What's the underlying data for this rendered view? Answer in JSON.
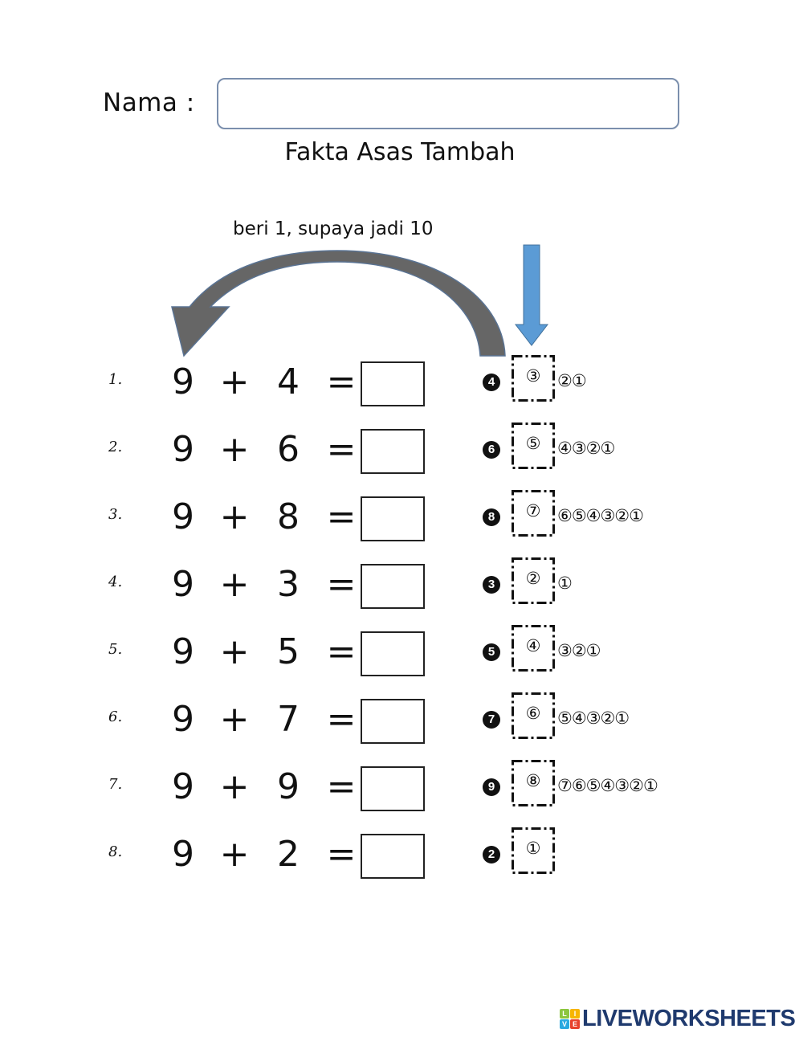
{
  "header": {
    "name_label": "Nama :",
    "name_input_value": "",
    "title": "Fakta Asas Tambah",
    "hint": "beri 1, supaya jadi 10"
  },
  "colors": {
    "curved_arrow": "#666666",
    "curved_arrow_edge": "#5a7393",
    "down_arrow": "#5b9bd5",
    "down_arrow_edge": "#41719c",
    "name_box_border": "#7b8fad",
    "logo_text": "#1f3a6e"
  },
  "symbols": {
    "plus": "+",
    "equals": "="
  },
  "questions": [
    {
      "num": "1.",
      "a": "9",
      "b": "4",
      "answer": "",
      "count": "4",
      "boxed": "③",
      "rest": "②①"
    },
    {
      "num": "2.",
      "a": "9",
      "b": "6",
      "answer": "",
      "count": "6",
      "boxed": "⑤",
      "rest": "④③②①"
    },
    {
      "num": "3.",
      "a": "9",
      "b": "8",
      "answer": "",
      "count": "8",
      "boxed": "⑦",
      "rest": "⑥⑤④③②①"
    },
    {
      "num": "4.",
      "a": "9",
      "b": "3",
      "answer": "",
      "count": "3",
      "boxed": "②",
      "rest": "①"
    },
    {
      "num": "5.",
      "a": "9",
      "b": "5",
      "answer": "",
      "count": "5",
      "boxed": "④",
      "rest": "③②①"
    },
    {
      "num": "6.",
      "a": "9",
      "b": "7",
      "answer": "",
      "count": "7",
      "boxed": "⑥",
      "rest": "⑤④③②①"
    },
    {
      "num": "7.",
      "a": "9",
      "b": "9",
      "answer": "",
      "count": "9",
      "boxed": "⑧",
      "rest": "⑦⑥⑤④③②①"
    },
    {
      "num": "8.",
      "a": "9",
      "b": "2",
      "answer": "",
      "count": "2",
      "boxed": "①",
      "rest": ""
    }
  ],
  "footer": {
    "logo_letters": [
      "L",
      "I",
      "V",
      "E"
    ],
    "logo_colors": [
      "#8cc63f",
      "#f7b500",
      "#29a9e0",
      "#e8412c"
    ],
    "logo_text": "LIVEWORKSHEETS"
  }
}
